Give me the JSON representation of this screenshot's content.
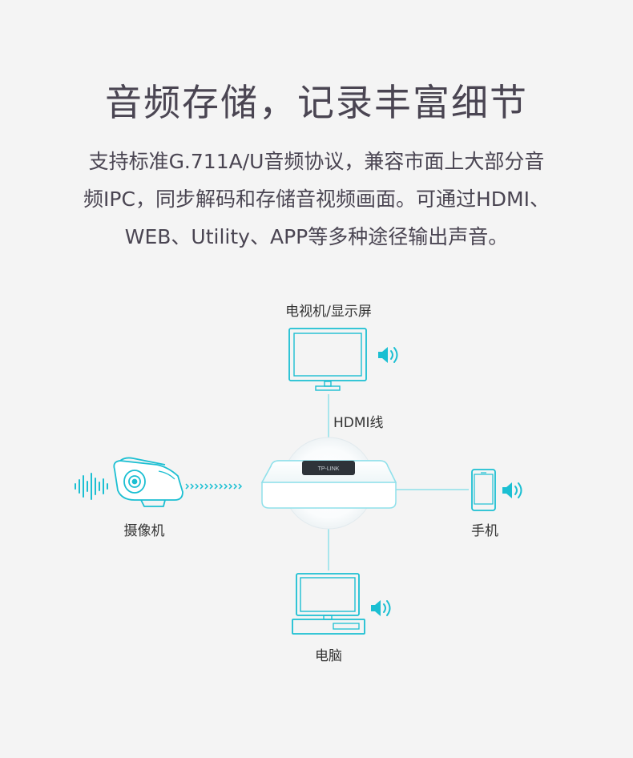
{
  "title": "音频存储，记录丰富细节",
  "description": [
    "支持标准G.711A/U音频协议，兼容市面上大部分音",
    "频IPC，同步解码和存储音视频画面。可通过HDMI、",
    "WEB、Utility、APP等多种途径输出声音。"
  ],
  "nodes": {
    "tv": "电视机/显示屏",
    "camera": "摄像机",
    "phone": "手机",
    "pc": "电脑",
    "nvr_brand": "TP-LINK"
  },
  "edges": {
    "hdmi": "HDMI线"
  },
  "icons": {
    "speaker": "speaker-icon",
    "sound_wave": "sound-wave-icon"
  },
  "colors": {
    "accent": "#1bbfd2",
    "line": "#8fe0ea",
    "text": "#4a4552"
  }
}
